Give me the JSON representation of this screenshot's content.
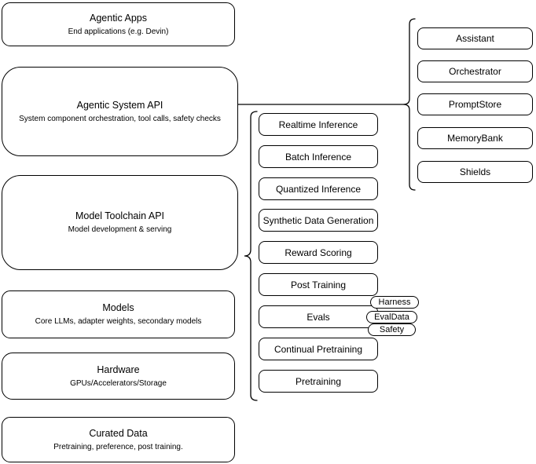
{
  "diagram": {
    "left_boxes": [
      {
        "title": "Agentic Apps",
        "subtitle": "End applications (e.g. Devin)"
      },
      {
        "title": "Agentic System API",
        "subtitle": "System component orchestration, tool calls, safety checks"
      },
      {
        "title": "Model Toolchain API",
        "subtitle": "Model development & serving"
      },
      {
        "title": "Models",
        "subtitle": "Core LLMs, adapter weights, secondary models"
      },
      {
        "title": "Hardware",
        "subtitle": "GPUs/Accelerators/Storage"
      },
      {
        "title": "Curated Data",
        "subtitle": "Pretraining, preference, post training."
      }
    ],
    "toolchain_items": [
      "Realtime Inference",
      "Batch Inference",
      "Quantized Inference",
      "Synthetic Data Generation",
      "Reward Scoring",
      "Post Training",
      "Evals",
      "Continual Pretraining",
      "Pretraining"
    ],
    "eval_tags": [
      "Harness",
      "EvalData",
      "Safety"
    ],
    "system_components": [
      "Assistant",
      "Orchestrator",
      "PromptStore",
      "MemoryBank",
      "Shields"
    ],
    "colors": {
      "stroke": "#000000",
      "fill": "#ffffff",
      "text": "#000000"
    }
  }
}
